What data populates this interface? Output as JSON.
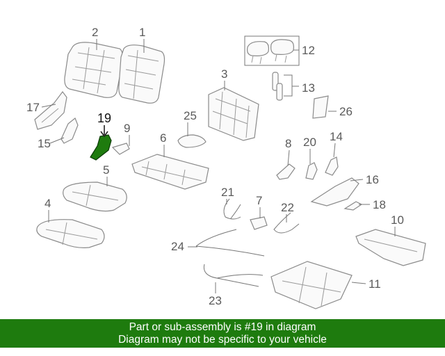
{
  "diagram": {
    "callouts": [
      "1",
      "2",
      "3",
      "4",
      "5",
      "6",
      "7",
      "8",
      "9",
      "10",
      "11",
      "12",
      "13",
      "14",
      "15",
      "16",
      "17",
      "18",
      "19",
      "20",
      "21",
      "22",
      "23",
      "24",
      "25",
      "26"
    ],
    "highlighted_part": "19",
    "highlight_color": "#1e7b0e"
  },
  "banner": {
    "line1": "Part or sub-assembly is #19 in diagram",
    "line2": "Diagram may not be specific to your vehicle",
    "background": "#1e7b0e",
    "text_color": "#ffffff"
  }
}
